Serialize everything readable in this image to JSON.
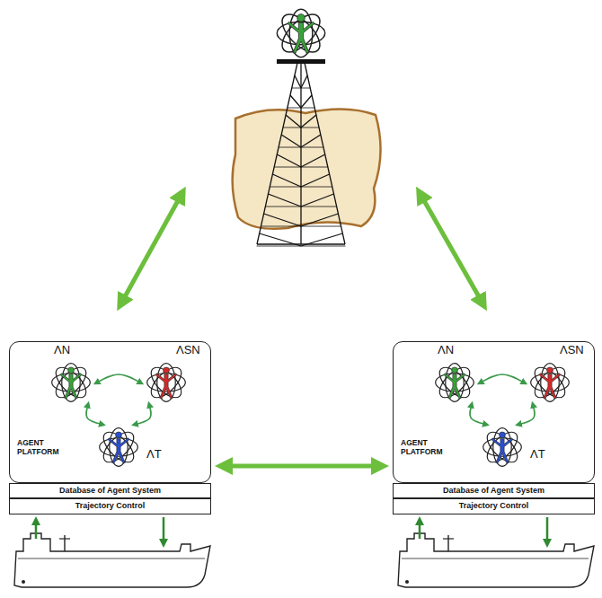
{
  "diagram": {
    "nodes": [
      {
        "text": [
          "AGENT PLATFORM"
        ]
      },
      {
        "text": [
          "ΛN"
        ],
        "in": 0
      },
      {
        "text": [
          "ΛSN"
        ],
        "in": 0
      },
      {
        "text": [
          "ΛT"
        ],
        "in": 0
      },
      {
        "text": [
          "Database of Agent System"
        ]
      },
      {
        "text": [
          "Trajectory Control"
        ]
      },
      {
        "text": [
          "AGENT PLATFORM"
        ]
      },
      {
        "text": [
          "ΛN"
        ],
        "in": 6
      },
      {
        "text": [
          "ΛSN"
        ],
        "in": 6
      },
      {
        "text": [
          "ΛT"
        ],
        "in": 6
      },
      {
        "text": [
          "Database of Agent System"
        ]
      },
      {
        "text": [
          "Trajectory Control"
        ]
      }
    ],
    "edges": [
      {
        "from": 1,
        "to": 2,
        "arrow": "both"
      },
      {
        "from": 2,
        "to": 3,
        "arrow": "both"
      },
      {
        "from": 3,
        "to": 1,
        "arrow": "both"
      },
      {
        "from": 7,
        "to": 8,
        "arrow": "both"
      },
      {
        "from": 8,
        "to": 9,
        "arrow": "both"
      },
      {
        "from": 9,
        "to": 7,
        "arrow": "both"
      },
      {
        "from": 0,
        "to": 6,
        "arrow": "both"
      }
    ]
  }
}
